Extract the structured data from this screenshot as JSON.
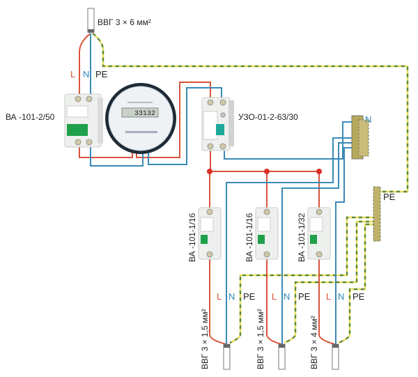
{
  "input_cable": "ВВГ 3 × 6 мм²",
  "input_wires": {
    "l": "L",
    "n": "N",
    "pe": "PE"
  },
  "main_breaker": "ВА -101-2/50",
  "meter_reading": "33132",
  "rcd": "УЗО-01-2-63/30",
  "n_bus": "N",
  "pe_bus": "PE",
  "branches": [
    {
      "breaker": "ВА -101-1/16",
      "cable": "ВВГ 3 × 1,5 мм²",
      "l": "L",
      "n": "N",
      "pe": "PE"
    },
    {
      "breaker": "ВА -101-1/16",
      "cable": "ВВГ 3 × 1,5 мм²",
      "l": "L",
      "n": "N",
      "pe": "PE"
    },
    {
      "breaker": "ВА -101-1/32",
      "cable": "ВВГ 3 × 4 мм²",
      "l": "L",
      "n": "N",
      "pe": "PE"
    }
  ],
  "colors": {
    "phase": "#d9533a",
    "neutral": "#3a8ab8",
    "pe_yellow": "#e9dc5a",
    "pe_green": "#5f8a3a",
    "handle": "#1fa04a"
  }
}
